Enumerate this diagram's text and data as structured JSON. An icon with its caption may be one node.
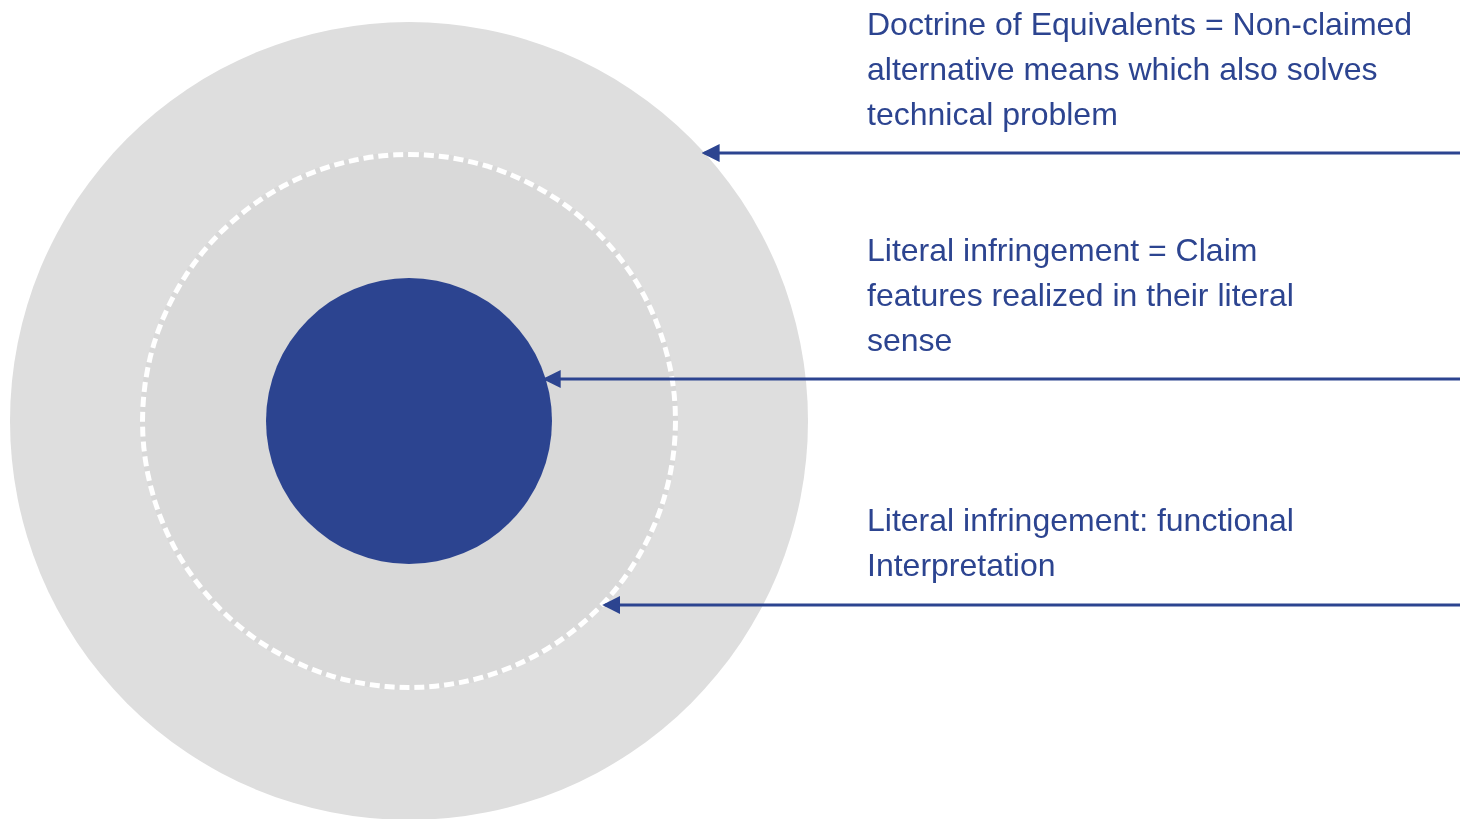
{
  "diagram": {
    "nodes": [
      {
        "text": [],
        "shape": "circle"
      },
      {
        "text": [],
        "shape": "circle",
        "in": 0
      },
      {
        "text": [],
        "shape": "circle",
        "in": 1
      }
    ],
    "edges": [
      {
        "from": null,
        "to": 0,
        "arrow": "to",
        "label": "Doctrine of Equivalents = Non-claimed alternative means which also solves technical problem"
      },
      {
        "from": null,
        "to": 2,
        "arrow": "to",
        "label": "Literal infringement = Claim features realized in their literal sense"
      },
      {
        "from": null,
        "to": 1,
        "arrow": "to",
        "label": "Literal infringement: functional Interpretation"
      }
    ]
  }
}
